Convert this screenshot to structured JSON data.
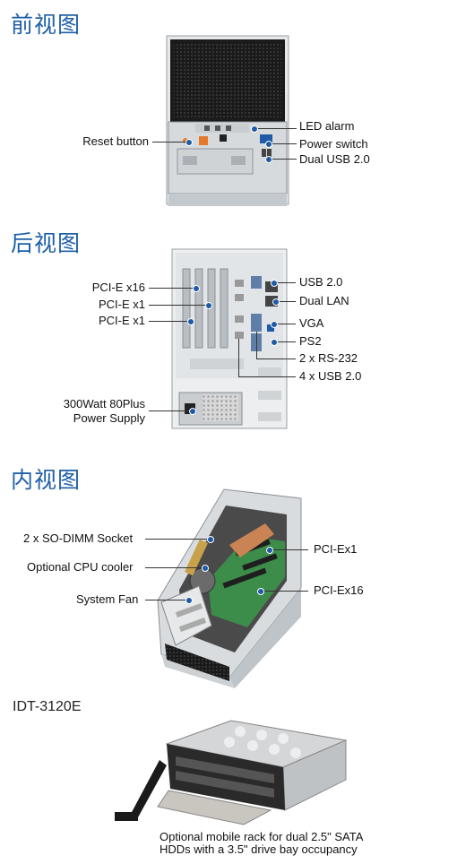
{
  "sections": {
    "front": {
      "title": "前视图"
    },
    "rear": {
      "title": "后视图"
    },
    "inside": {
      "title": "内视图"
    }
  },
  "front_labels": {
    "led_alarm": "LED alarm",
    "reset_button": "Reset button",
    "power_switch": "Power switch",
    "dual_usb": "Dual USB 2.0"
  },
  "rear_labels": {
    "pcie_x16": "PCI-E x16",
    "pcie_x1_a": "PCI-E x1",
    "pcie_x1_b": "PCI-E x1",
    "usb": "USB 2.0",
    "dual_lan": "Dual LAN",
    "vga": "VGA",
    "ps2": "PS2",
    "rs232": "2 x RS-232",
    "usb4": "4 x USB 2.0",
    "psu_line1": "300Watt 80Plus",
    "psu_line2": "Power Supply"
  },
  "inside_labels": {
    "sodimm": "2 x SO-DIMM Socket",
    "cpu_cooler": "Optional CPU cooler",
    "system_fan": "System Fan",
    "pciex1": "PCI-Ex1",
    "pciex16": "PCI-Ex16"
  },
  "accessory": {
    "model": "IDT-3120E",
    "caption_line1": "Optional mobile rack for dual 2.5\" SATA",
    "caption_line2": "HDDs with a 3.5\" drive bay occupancy"
  }
}
